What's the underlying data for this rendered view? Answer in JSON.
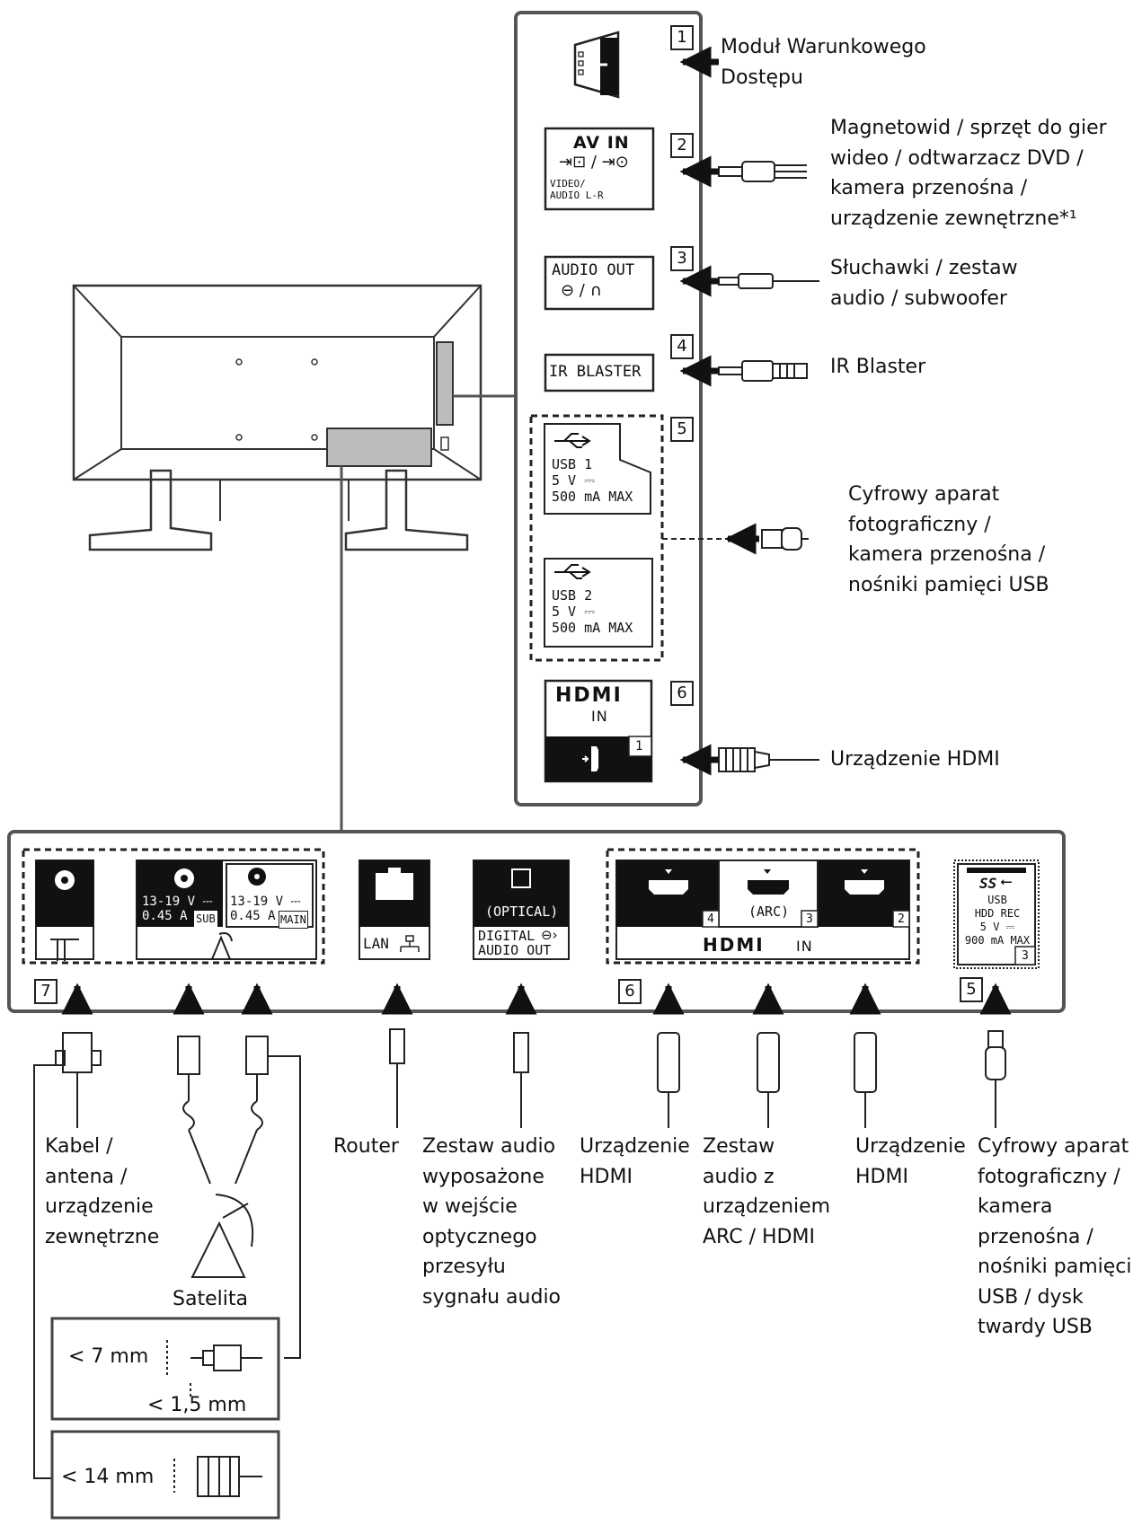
{
  "side_panel": {
    "items": [
      {
        "num": "1",
        "port_label": "",
        "device": "Moduł Warunkowego\nDostępu"
      },
      {
        "num": "2",
        "port_label": "AV IN",
        "port_sub": "VIDEO/\nAUDIO L-R",
        "device": "Magnetowid / sprzęt do gier\nwideo / odtwarzacz DVD /\nkamera przenośna /\nurządzenie zewnętrzne*¹"
      },
      {
        "num": "3",
        "port_label": "AUDIO OUT",
        "device": "Słuchawki / zestaw\naudio / subwoofer"
      },
      {
        "num": "4",
        "port_label": "IR BLASTER",
        "device": "IR Blaster"
      },
      {
        "num": "5",
        "usb1": "USB 1\n5 V ⎓\n500 mA MAX",
        "usb2": "USB 2\n5 V ⎓\n500 mA MAX",
        "device": "Cyfrowy aparat\nfotograficzny /\nkamera przenośna /\nnośniki pamięci USB"
      },
      {
        "num": "6",
        "port_label": "HDMI",
        "port_sub": "IN",
        "port_index": "1",
        "device": "Urządzenie HDMI"
      }
    ]
  },
  "bottom_panel": {
    "antenna_num": "7",
    "sat_sub": "13-19 V ⎓\n0.45 A",
    "sat_sub_tag": "SUB",
    "sat_main": "13-19 V ⎓\n0.45 A",
    "sat_main_tag": "MAIN",
    "lan": "LAN",
    "optical_top": "(OPTICAL)",
    "optical_bottom": "DIGITAL\nAUDIO OUT",
    "hdmi_num": "6",
    "hdmi_ports": [
      "4",
      "3",
      "2"
    ],
    "hdmi_arc": "(ARC)",
    "hdmi_in": "IN",
    "hdmi_logo": "HDMI",
    "usb_num": "5",
    "usb_box": "USB\nHDD REC\n5 V ⎓\n900 mA MAX",
    "usb_index": "3",
    "usb_ss": "SS"
  },
  "bottom_labels": {
    "antenna": "Kabel /\nantena /\nurządzenie\nzewnętrzne",
    "satellite": "Satelita",
    "router": "Router",
    "optical": "Zestaw audio\nwyposażone\nw wejście\noptycznego\nprzesyłu\nsygnału audio",
    "hdmi4": "Urządzenie\nHDMI",
    "hdmi3": "Zestaw\naudio z\nurządzeniem\nARC / HDMI",
    "hdmi2": "Urządzenie\nHDMI",
    "usb": "Cyfrowy aparat\nfotograficzny /\nkamera\nprzenośna /\nnośniki pamięci\nUSB / dysk\ntwardy USB"
  },
  "dimensions": {
    "sat_height": "< 7 mm",
    "sat_pin": "< 1,5 mm",
    "ant_height": "< 14 mm"
  }
}
